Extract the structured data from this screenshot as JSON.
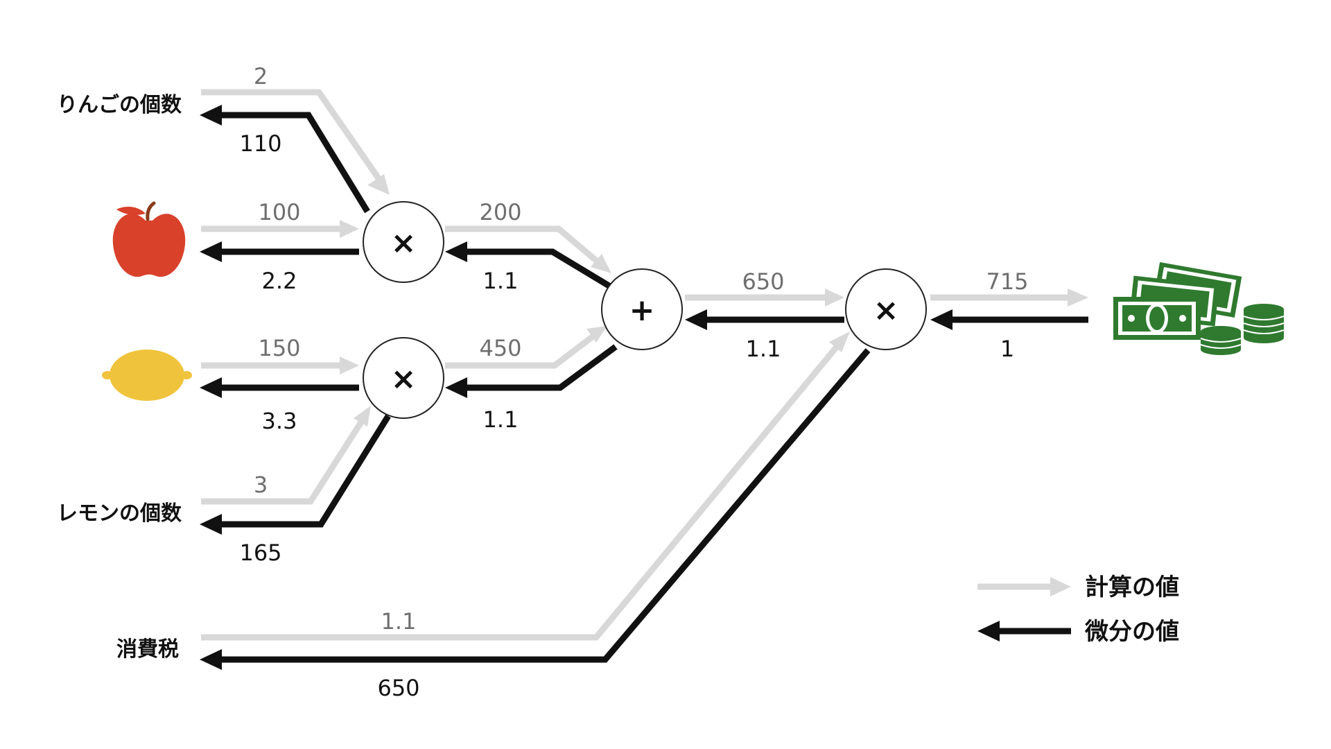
{
  "inputs": {
    "apple_count": "りんごの個数",
    "lemon_count": "レモンの個数",
    "tax": "消費税"
  },
  "operators": {
    "mul": "×",
    "add": "+"
  },
  "forward_values": {
    "apple_count": "2",
    "apple_price": "100",
    "lemon_price": "150",
    "lemon_count": "3",
    "apple_total": "200",
    "lemon_total": "450",
    "subtotal": "650",
    "total": "715",
    "tax": "1.1"
  },
  "backward_values": {
    "apple_count": "110",
    "apple_price": "2.2",
    "lemon_price": "3.3",
    "lemon_count": "165",
    "apple_total": "1.1",
    "lemon_total": "1.1",
    "subtotal": "1.1",
    "total": "1",
    "tax": "650"
  },
  "legend": {
    "forward": "計算の値",
    "backward": "微分の値"
  },
  "icons": {
    "apple": "apple-icon",
    "lemon": "lemon-icon",
    "money": "money-icon"
  },
  "colors": {
    "forward_arrow": "#d8d8d8",
    "backward_arrow": "#111111",
    "apple": "#d9412b",
    "lemon": "#f0c33c",
    "money": "#2f7a2f"
  }
}
